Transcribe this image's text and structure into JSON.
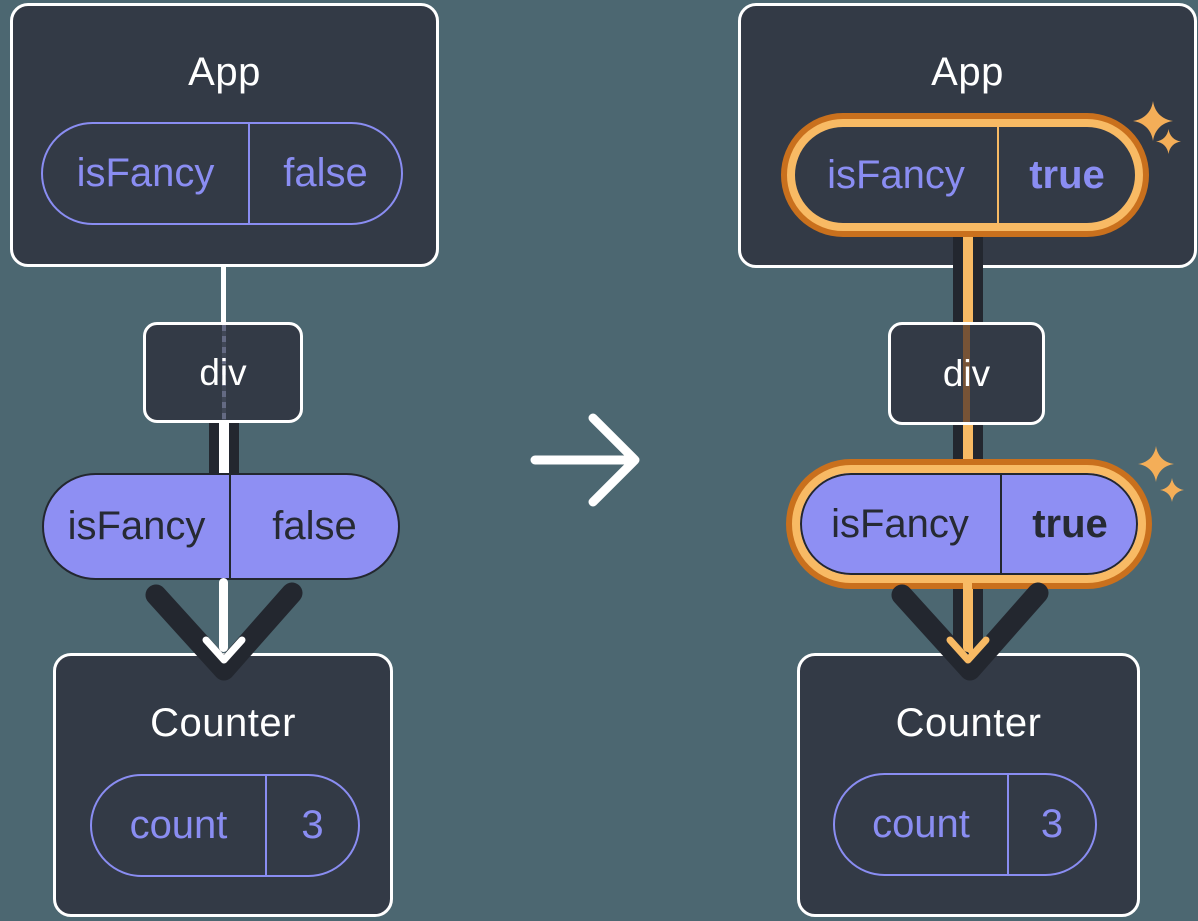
{
  "colors": {
    "background": "#4c6771",
    "card": "#333a46",
    "card_border": "#ffffff",
    "purple_text": "#8a8df2",
    "purple_fill": "#8e8ff3",
    "dark_ink": "#23272f",
    "highlight_light_orange": "#f8ba64",
    "highlight_dark_orange": "#c9701d"
  },
  "before": {
    "app": {
      "title": "App",
      "prop": {
        "name": "isFancy",
        "value": "false"
      }
    },
    "dom_node": {
      "label": "div"
    },
    "passed_prop": {
      "name": "isFancy",
      "value": "false"
    },
    "counter": {
      "title": "Counter",
      "state": {
        "name": "count",
        "value": "3"
      }
    }
  },
  "after": {
    "app": {
      "title": "App",
      "prop": {
        "name": "isFancy",
        "value": "true"
      }
    },
    "dom_node": {
      "label": "div"
    },
    "passed_prop": {
      "name": "isFancy",
      "value": "true"
    },
    "counter": {
      "title": "Counter",
      "state": {
        "name": "count",
        "value": "3"
      }
    }
  }
}
